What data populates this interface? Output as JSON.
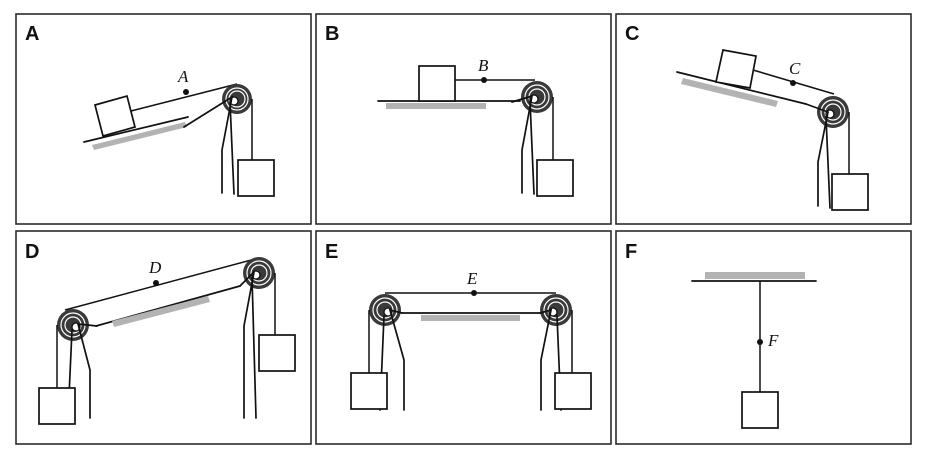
{
  "panels": [
    {
      "id": "A",
      "label": "A",
      "point_label": "A"
    },
    {
      "id": "B",
      "label": "B",
      "point_label": "B"
    },
    {
      "id": "C",
      "label": "C",
      "point_label": "C"
    },
    {
      "id": "D",
      "label": "D",
      "point_label": "D"
    },
    {
      "id": "E",
      "label": "E",
      "point_label": "E"
    },
    {
      "id": "F",
      "label": "F",
      "point_label": "F"
    }
  ]
}
